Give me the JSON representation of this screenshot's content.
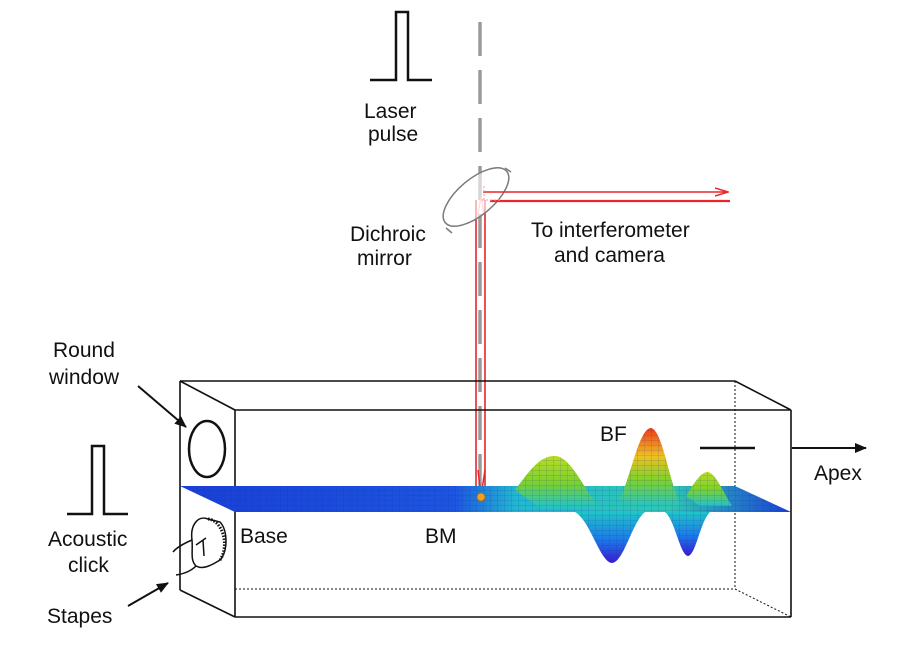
{
  "labels": {
    "laser_pulse": [
      "Laser",
      "pulse"
    ],
    "dichroic_mirror": [
      "Dichroic",
      "mirror"
    ],
    "to_interferometer": [
      "To interferometer",
      "and camera"
    ],
    "round_window": [
      "Round",
      "window"
    ],
    "acoustic_click": [
      "Acoustic",
      "click"
    ],
    "stapes": "Stapes",
    "base": "Base",
    "bm": "BM",
    "bf": "BF",
    "apex": "Apex"
  },
  "colors": {
    "laser_beam": "#e8262a",
    "optical_axis": "#9a9a9a",
    "outline": "#111111",
    "membrane_low": "#1a3fd6",
    "membrane_mid": "#21c4c8",
    "membrane_high": "#7fd12b",
    "membrane_peak": "#f04a1c",
    "probe_spot": "#f0a020"
  },
  "wave": {
    "description": "Traveling wave on basilar membrane, amplitude growing toward BF then decaying",
    "peaks": [
      {
        "name": "first-crest",
        "relative_amplitude": 0.55
      },
      {
        "name": "first-trough",
        "relative_amplitude": -0.75
      },
      {
        "name": "bf-crest",
        "relative_amplitude": 1.0
      },
      {
        "name": "second-trough",
        "relative_amplitude": -0.55
      },
      {
        "name": "last-crest",
        "relative_amplitude": 0.35
      }
    ]
  }
}
